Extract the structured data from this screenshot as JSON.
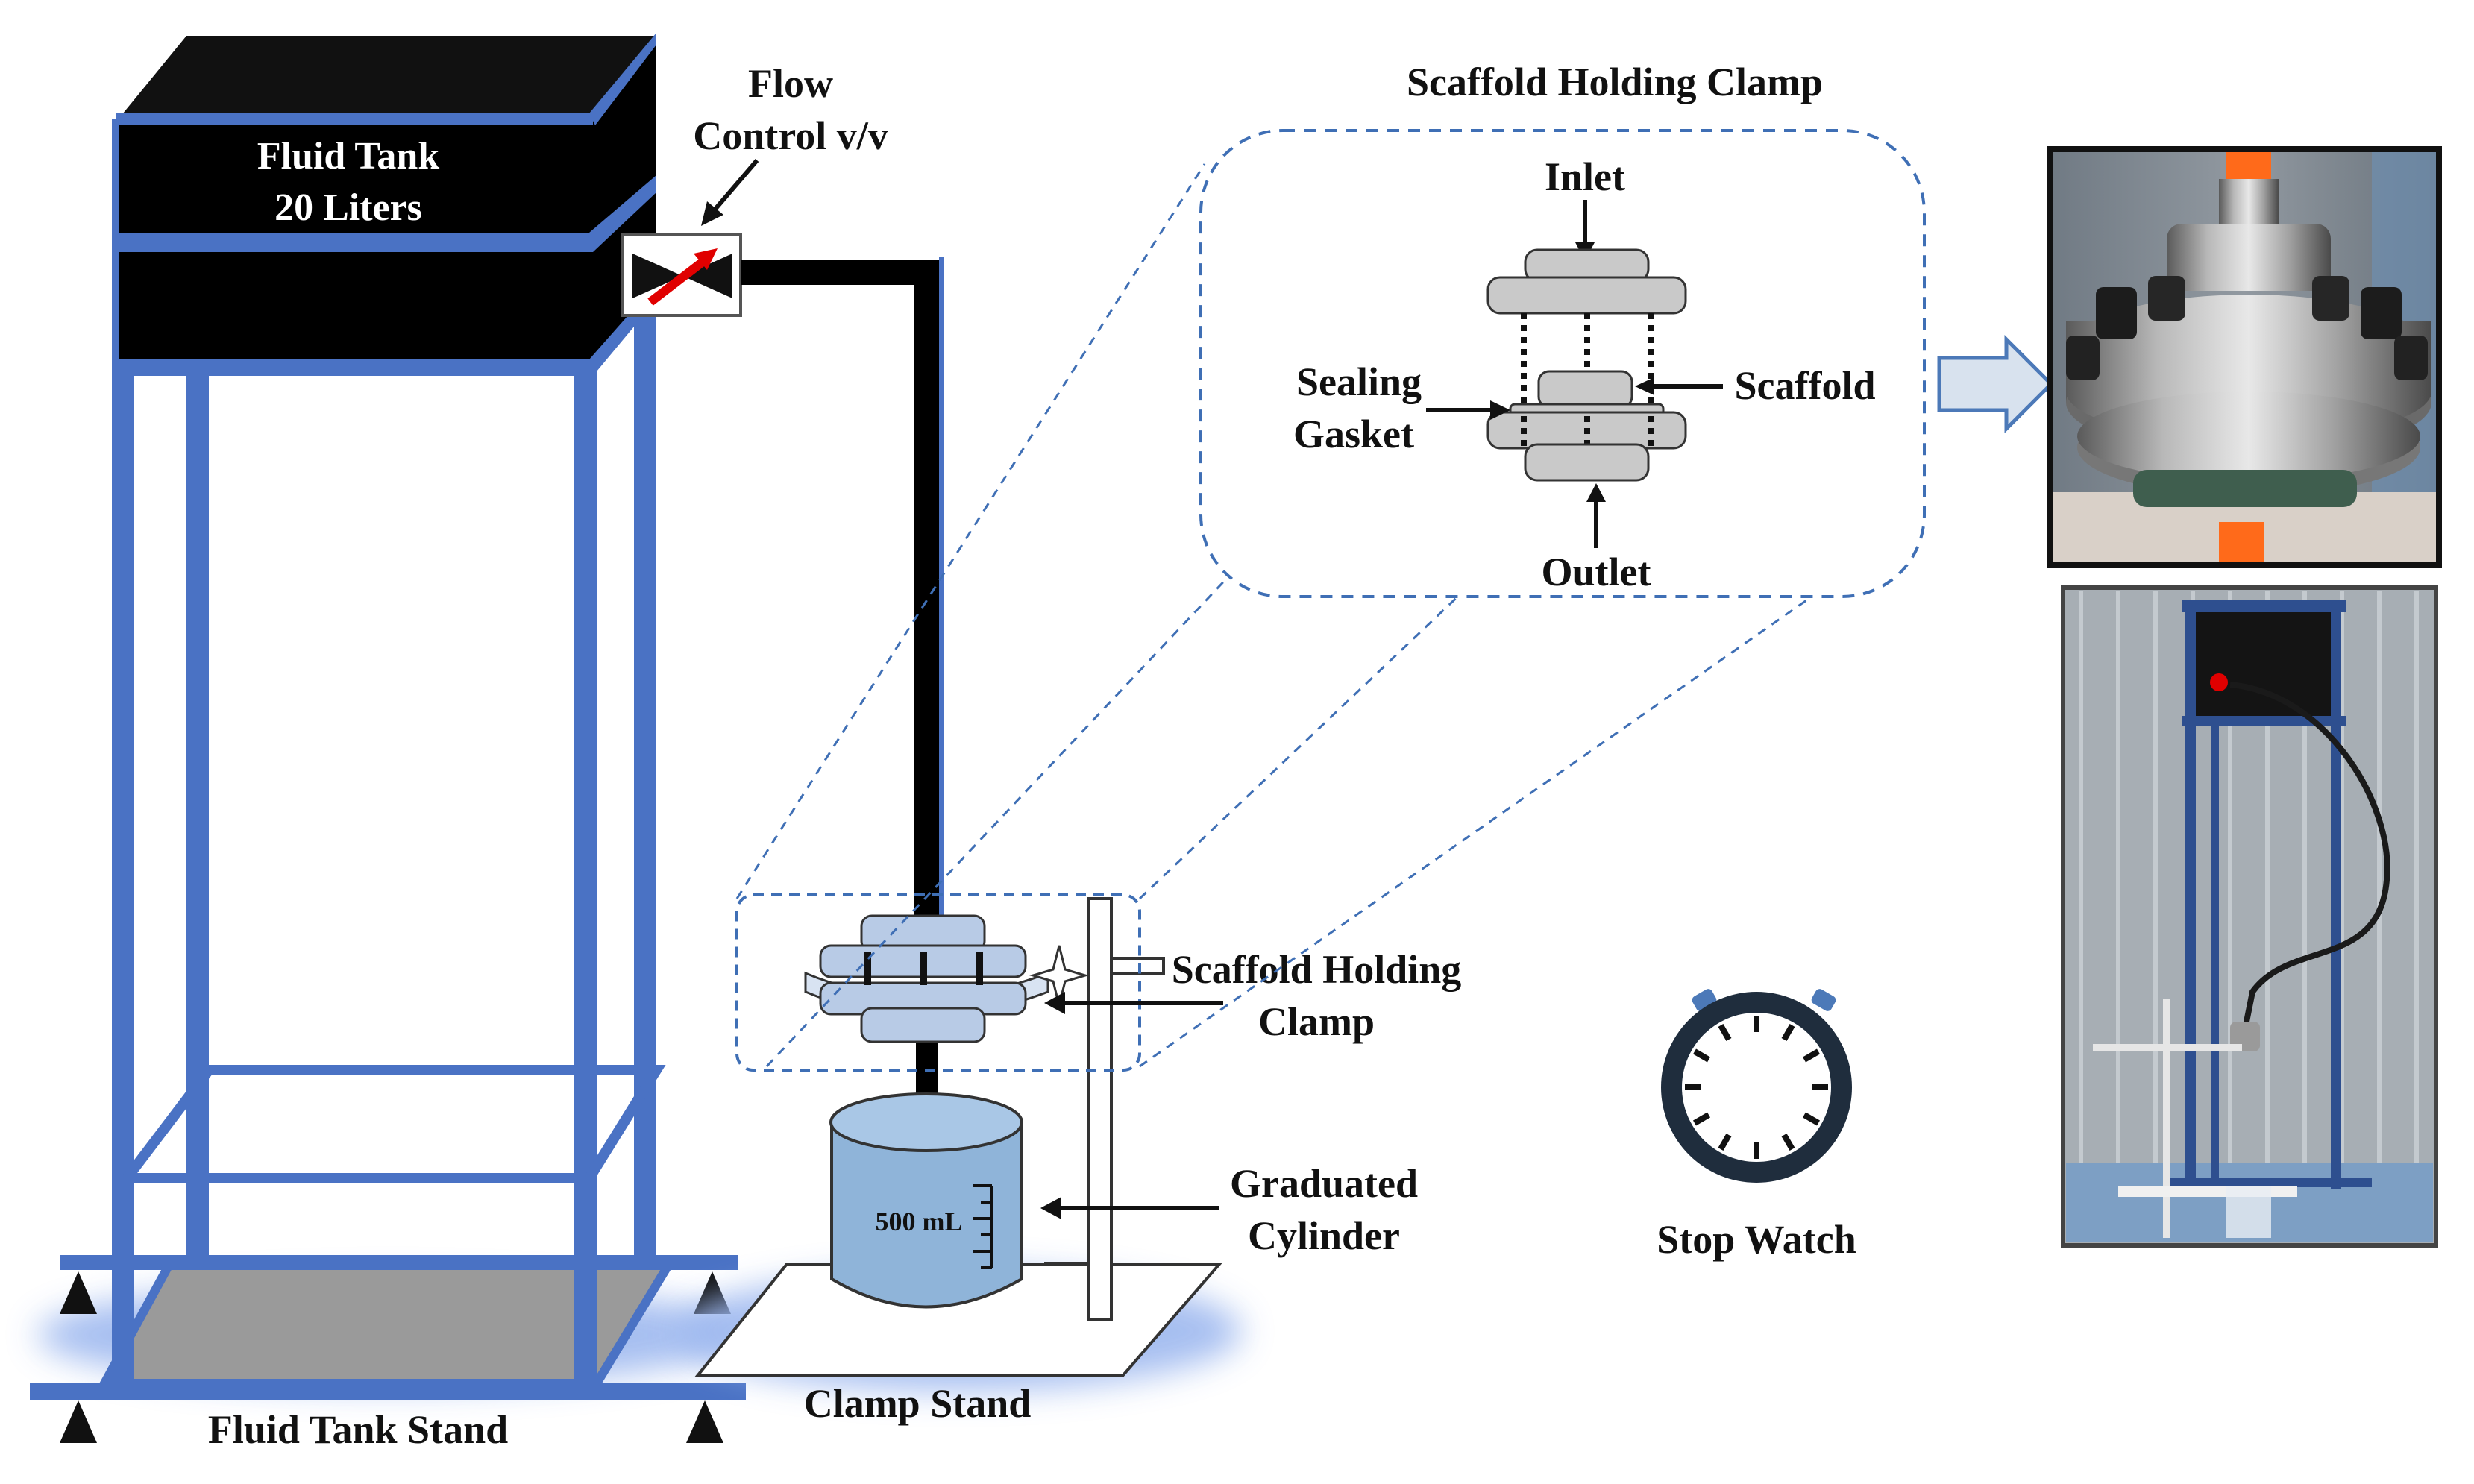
{
  "labels": {
    "fluid_tank_line1": "Fluid Tank",
    "fluid_tank_line2": "20 Liters",
    "flow_control_line1": "Flow",
    "flow_control_line2": "Control v/v",
    "clamp_detail_title": "Scaffold Holding Clamp",
    "inlet": "Inlet",
    "outlet": "Outlet",
    "scaffold": "Scaffold",
    "sealing_gasket_line1": "Sealing",
    "sealing_gasket_line2": "Gasket",
    "holding_clamp_line1": "Scaffold Holding",
    "holding_clamp_line2": "Clamp",
    "graduated_cylinder_line1": "Graduated",
    "graduated_cylinder_line2": "Cylinder",
    "cylinder_volume": "500 mL",
    "stop_watch": "Stop Watch",
    "fluid_tank_stand": "Fluid Tank Stand",
    "clamp_stand": "Clamp Stand"
  },
  "colors": {
    "frame_blue": "#4a72c4",
    "tank_black": "#000000",
    "pipe_black": "#000000",
    "glow_blue": "#9db8ef",
    "flange_gray": "#c9c9c9",
    "clamp_blue": "#b8cbe6",
    "cylinder_blue": "#8fb4d9",
    "dashed_blue": "#3f6fb5",
    "valve_red": "#e00000",
    "watch_rim": "#1f2d3d",
    "watch_button": "#4c79b8"
  },
  "icons": {
    "photo_top": "clamp-photo-icon",
    "photo_bottom": "setup-photo-icon",
    "arrow": "block-arrow-right-icon",
    "watch": "stopwatch-icon"
  }
}
